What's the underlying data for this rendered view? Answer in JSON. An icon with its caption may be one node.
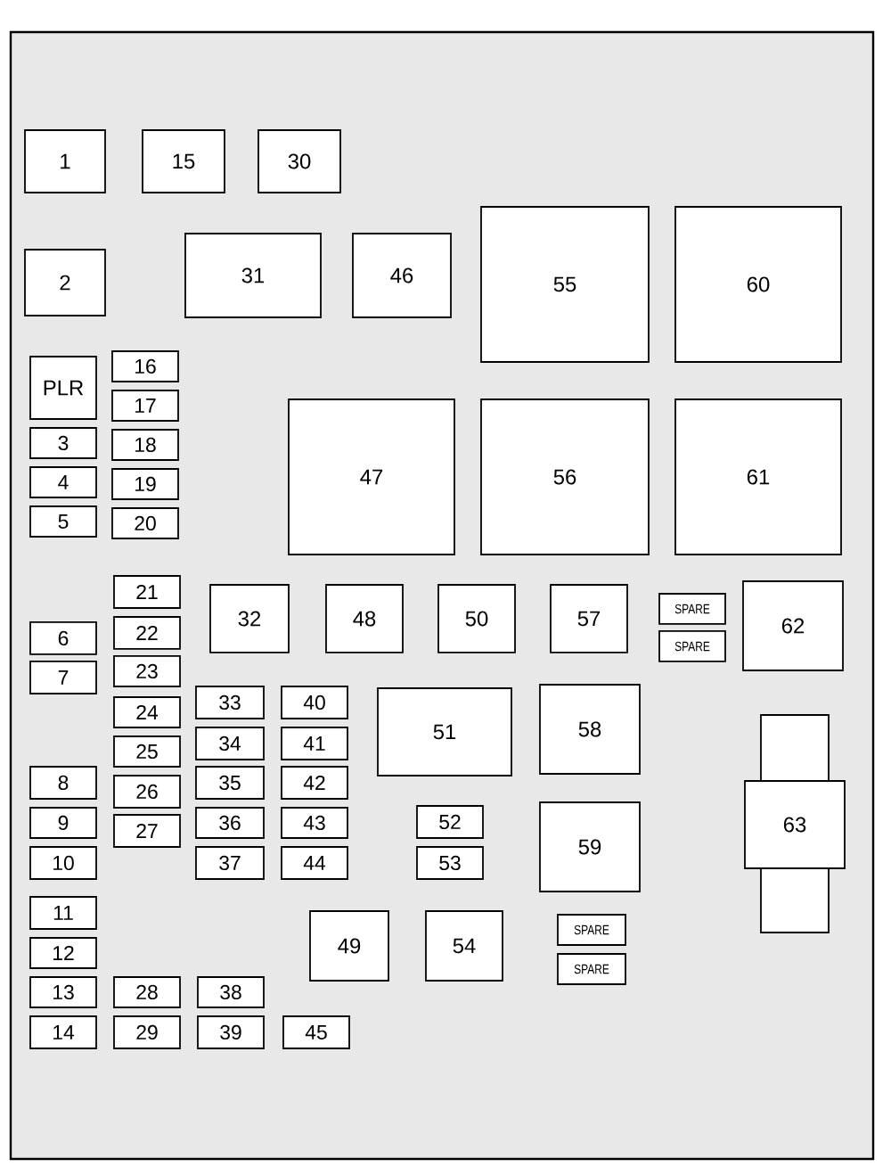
{
  "diagram": {
    "nodes": [
      {
        "text": [
          "1"
        ]
      },
      {
        "text": [
          "15"
        ]
      },
      {
        "text": [
          "30"
        ]
      },
      {
        "text": [
          "2"
        ]
      },
      {
        "text": [
          "31"
        ]
      },
      {
        "text": [
          "46"
        ]
      },
      {
        "text": [
          "55"
        ]
      },
      {
        "text": [
          "60"
        ]
      },
      {
        "text": [
          "PLR"
        ]
      },
      {
        "text": [
          "16"
        ]
      },
      {
        "text": [
          "17"
        ]
      },
      {
        "text": [
          "3"
        ]
      },
      {
        "text": [
          "18"
        ]
      },
      {
        "text": [
          "4"
        ]
      },
      {
        "text": [
          "19"
        ]
      },
      {
        "text": [
          "5"
        ]
      },
      {
        "text": [
          "20"
        ]
      },
      {
        "text": [
          "47"
        ]
      },
      {
        "text": [
          "56"
        ]
      },
      {
        "text": [
          "61"
        ]
      },
      {
        "text": [
          "21"
        ]
      },
      {
        "text": [
          "22"
        ]
      },
      {
        "text": [
          "6"
        ]
      },
      {
        "text": [
          "23"
        ]
      },
      {
        "text": [
          "7"
        ]
      },
      {
        "text": [
          "32"
        ]
      },
      {
        "text": [
          "48"
        ]
      },
      {
        "text": [
          "50"
        ]
      },
      {
        "text": [
          "57"
        ]
      },
      {
        "text": [
          "SPARE"
        ]
      },
      {
        "text": [
          "SPARE"
        ]
      },
      {
        "text": [
          "62"
        ]
      },
      {
        "text": [
          "24"
        ]
      },
      {
        "text": [
          "33"
        ]
      },
      {
        "text": [
          "40"
        ]
      },
      {
        "text": [
          "51"
        ]
      },
      {
        "text": [
          "58"
        ]
      },
      {
        "text": [
          "25"
        ]
      },
      {
        "text": [
          "34"
        ]
      },
      {
        "text": [
          "41"
        ]
      },
      {
        "text": [
          "63"
        ]
      },
      {
        "text": [
          "8"
        ]
      },
      {
        "text": [
          "26"
        ]
      },
      {
        "text": [
          "35"
        ]
      },
      {
        "text": [
          "42"
        ]
      },
      {
        "text": [
          "9"
        ]
      },
      {
        "text": [
          "27"
        ]
      },
      {
        "text": [
          "36"
        ]
      },
      {
        "text": [
          "43"
        ]
      },
      {
        "text": [
          "52"
        ]
      },
      {
        "text": [
          "59"
        ]
      },
      {
        "text": [
          "10"
        ]
      },
      {
        "text": [
          "37"
        ]
      },
      {
        "text": [
          "44"
        ]
      },
      {
        "text": [
          "53"
        ]
      },
      {
        "text": [
          "11"
        ]
      },
      {
        "text": [
          "49"
        ]
      },
      {
        "text": [
          "54"
        ]
      },
      {
        "text": [
          "SPARE"
        ]
      },
      {
        "text": [
          "12"
        ]
      },
      {
        "text": [
          "SPARE"
        ]
      },
      {
        "text": [
          "13"
        ]
      },
      {
        "text": [
          "28"
        ]
      },
      {
        "text": [
          "38"
        ]
      },
      {
        "text": [
          "14"
        ]
      },
      {
        "text": [
          "29"
        ]
      },
      {
        "text": [
          "39"
        ]
      },
      {
        "text": [
          "45"
        ]
      }
    ]
  }
}
